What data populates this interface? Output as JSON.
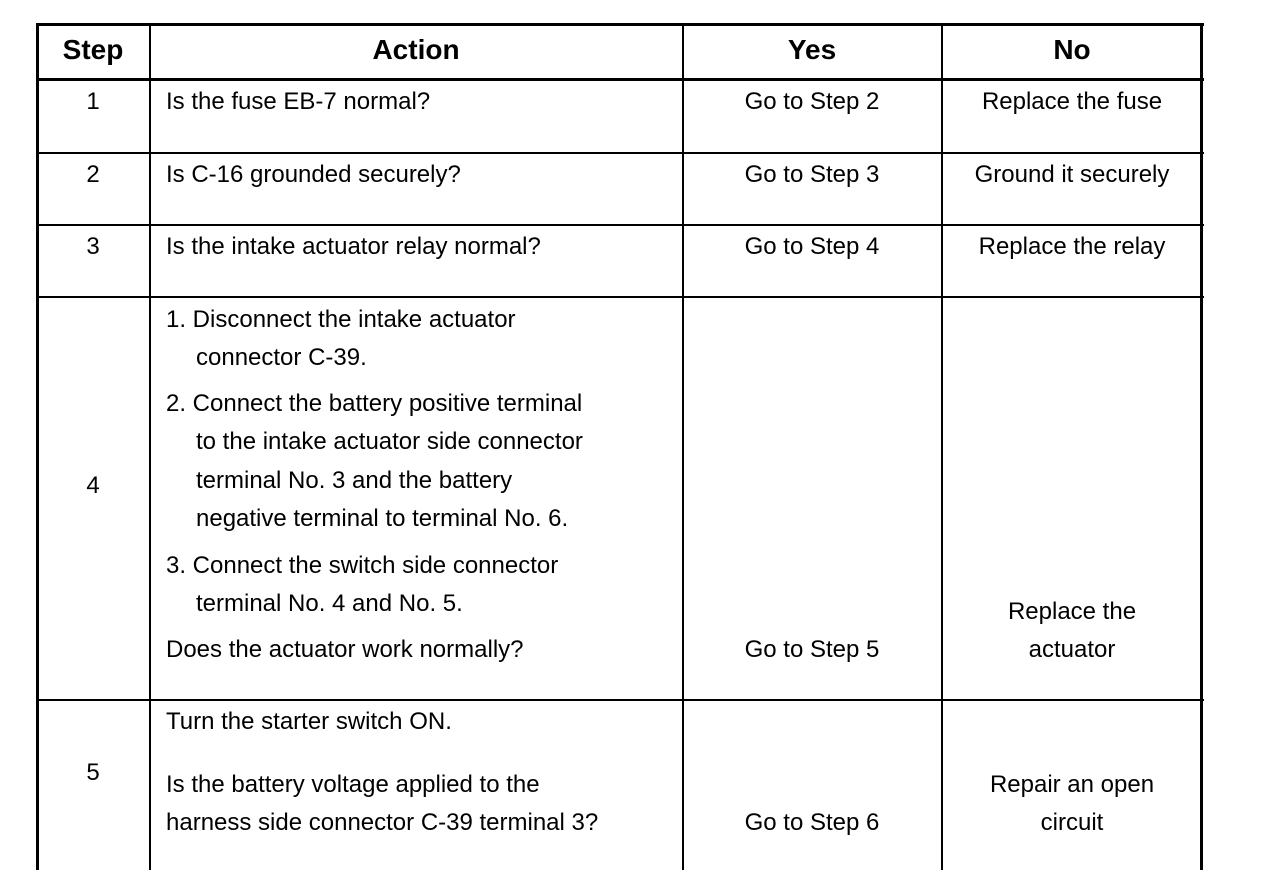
{
  "header": {
    "step": "Step",
    "action": "Action",
    "yes": "Yes",
    "no": "No"
  },
  "rows": [
    {
      "step": "1",
      "action": "Is the fuse EB-7 normal?",
      "yes": "Go to Step 2",
      "no": "Replace the fuse"
    },
    {
      "step": "2",
      "action": "Is C-16 grounded securely?",
      "yes": "Go to Step 3",
      "no": "Ground it securely"
    },
    {
      "step": "3",
      "action": "Is the intake actuator relay normal?",
      "yes": "Go to Step 4",
      "no": "Replace the relay"
    },
    {
      "step": "4",
      "action_lines": [
        "1. Disconnect the intake actuator",
        "connector C-39.",
        "2. Connect the battery positive terminal",
        "to the intake actuator side connector",
        "terminal No. 3 and the battery",
        "negative terminal to terminal No. 6.",
        "3. Connect the switch side connector",
        "terminal No. 4 and No. 5.",
        "Does the actuator work normally?"
      ],
      "yes": "Go to Step 5",
      "no_lines": [
        "Replace the",
        "actuator"
      ]
    },
    {
      "step": "5",
      "action_lines": [
        "Turn the starter switch ON.",
        "Is the battery voltage applied to the",
        "harness side connector C-39 terminal 3?"
      ],
      "yes": "Go to Step 6",
      "no_lines": [
        "Repair an open",
        "circuit"
      ]
    }
  ]
}
